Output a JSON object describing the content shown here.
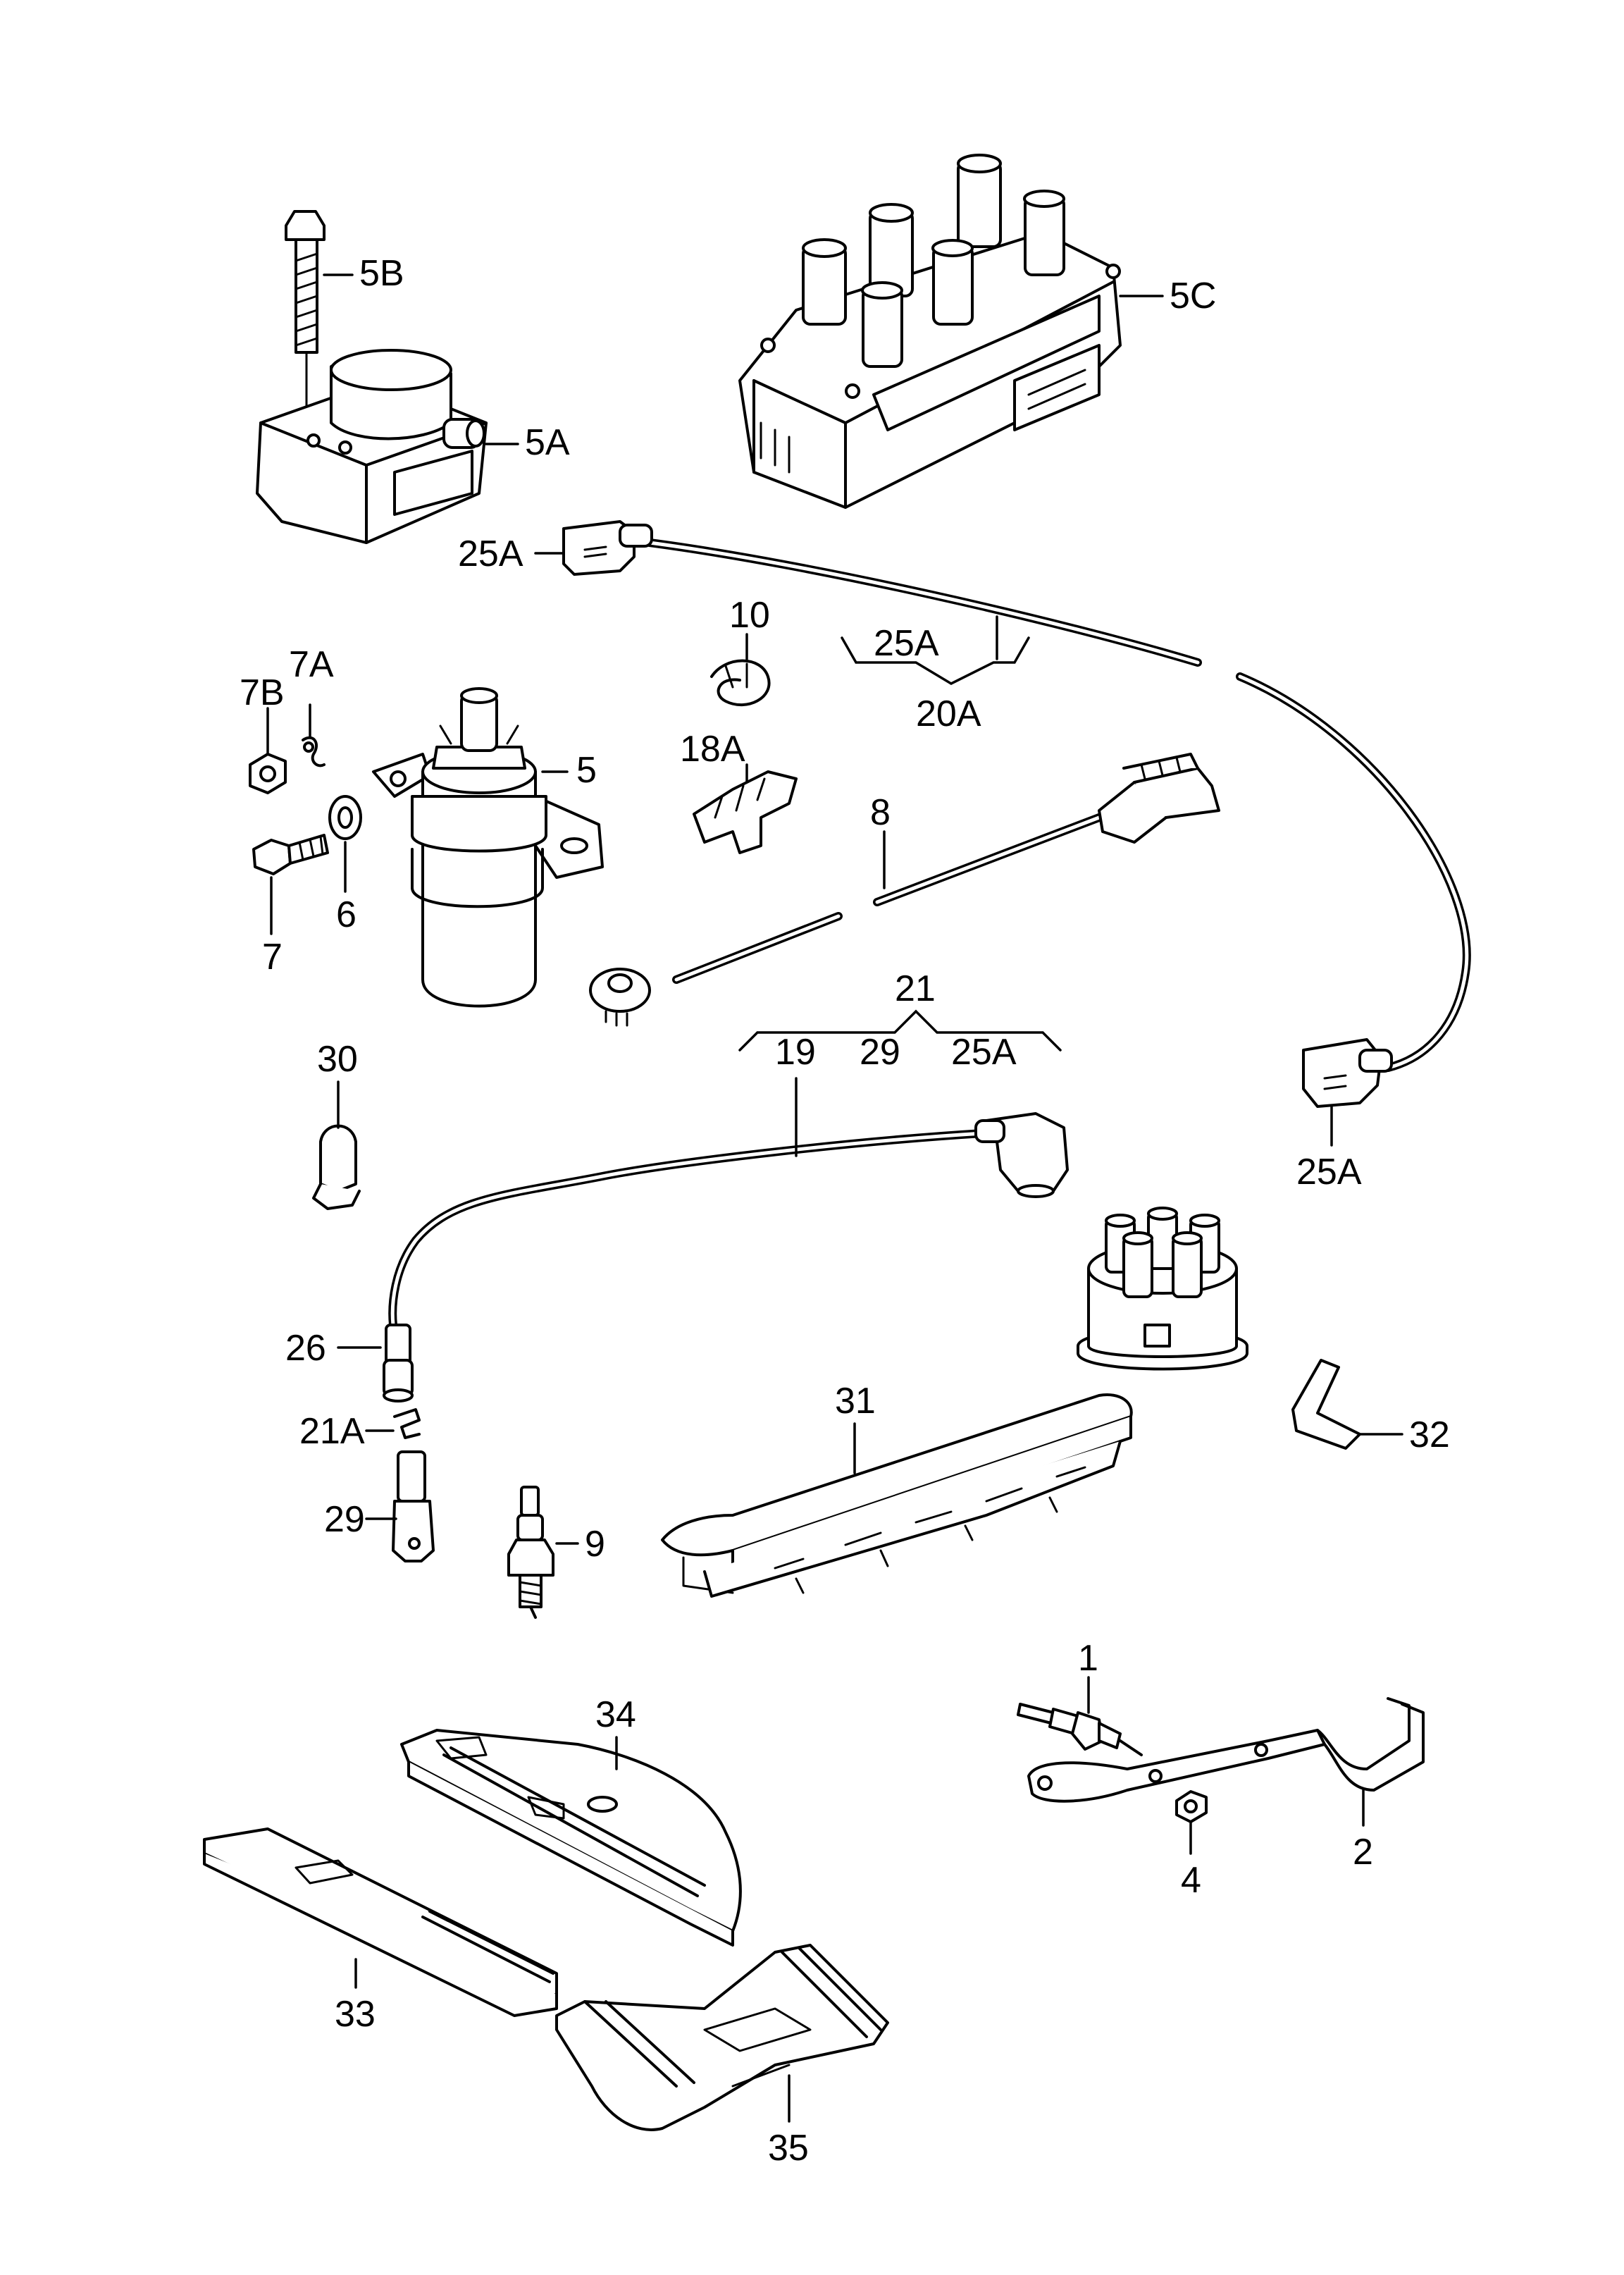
{
  "labels": {
    "l_5B": "5B",
    "l_5A": "5A",
    "l_5C": "5C",
    "l_25A_top": "25A",
    "l_10": "10",
    "l_25A_mid": "25A",
    "l_20A": "20A",
    "l_7A": "7A",
    "l_7B": "7B",
    "l_5": "5",
    "l_18A": "18A",
    "l_8": "8",
    "l_6": "6",
    "l_7": "7",
    "l_21": "21",
    "l_19": "19",
    "l_29_group": "29",
    "l_25A_group": "25A",
    "l_30": "30",
    "l_25A_right": "25A",
    "l_26": "26",
    "l_21A": "21A",
    "l_31": "31",
    "l_32": "32",
    "l_29": "29",
    "l_9": "9",
    "l_1": "1",
    "l_34": "34",
    "l_2": "2",
    "l_4": "4",
    "l_33": "33",
    "l_35": "35"
  }
}
